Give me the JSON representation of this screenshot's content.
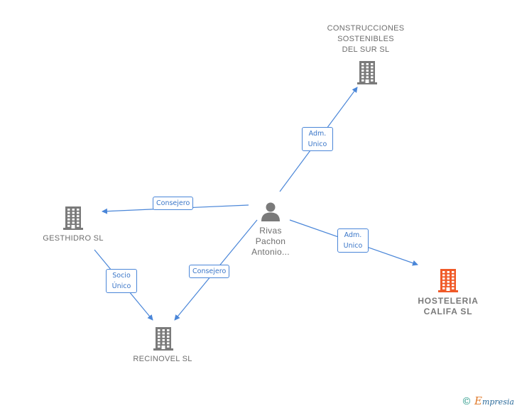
{
  "colors": {
    "edge": "#4a86d8",
    "building": "#7a7a7a",
    "building_highlight": "#f05a28",
    "person": "#7a7a7a"
  },
  "nodes": {
    "person": {
      "label": "Rivas\nPachon\nAntonio..."
    },
    "construcciones": {
      "label": "CONSTRUCCIONES\nSOSTENIBLES\nDEL SUR  SL"
    },
    "gesthidro": {
      "label": "GESTHIDRO SL"
    },
    "recinovel": {
      "label": "RECINOVEL SL"
    },
    "hosteleria": {
      "label": "HOSTELERIA\nCALIFA  SL"
    }
  },
  "edges": {
    "to_construcciones": {
      "label": "Adm.\nUnico"
    },
    "to_gesthidro": {
      "label": "Consejero"
    },
    "to_recinovel": {
      "label": "Consejero"
    },
    "to_hosteleria": {
      "label": "Adm.\nUnico"
    },
    "gesthidro_to_recinovel": {
      "label": "Socio\nÚnico"
    }
  },
  "footer": {
    "copyright": "©",
    "brand_initial": "E",
    "brand_rest": "mpresia"
  }
}
